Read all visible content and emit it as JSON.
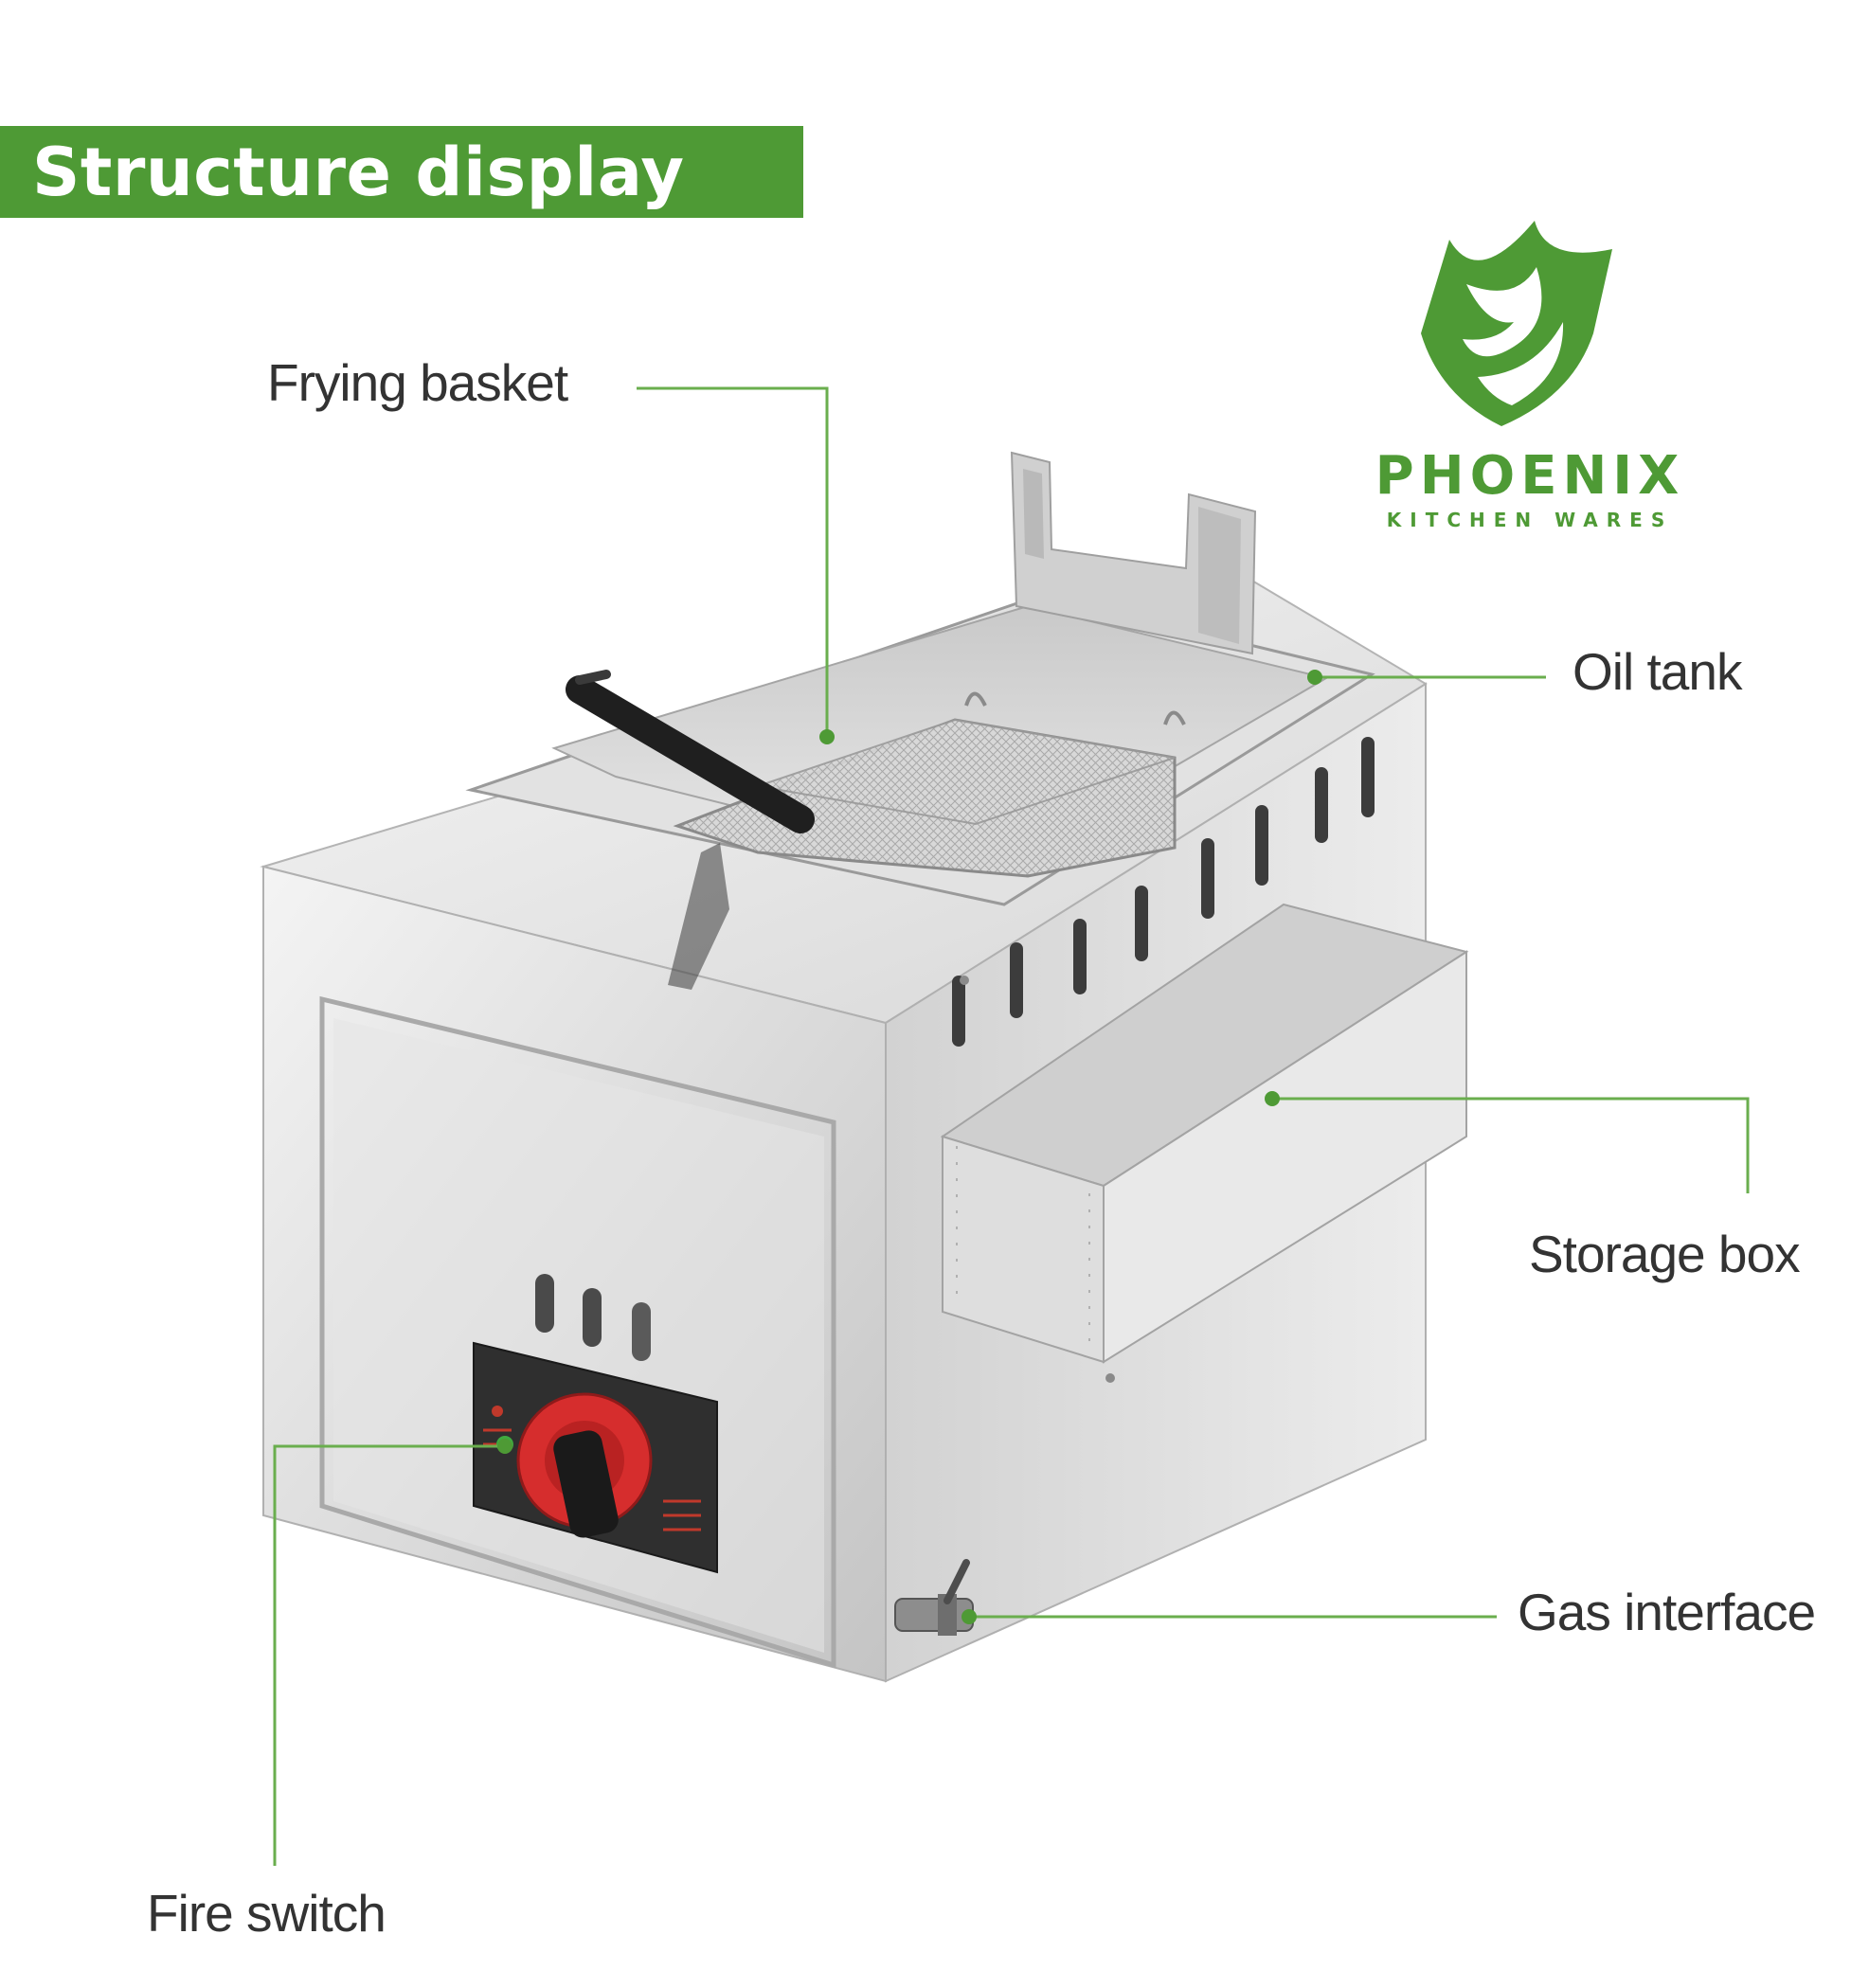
{
  "banner": {
    "title": "Structure display",
    "color": "#4e9a35"
  },
  "logo": {
    "name": "PHOENIX",
    "tagline": "KITCHEN WARES",
    "color": "#4e9a35"
  },
  "callouts": {
    "frying_basket": "Frying basket",
    "oil_tank": "Oil tank",
    "storage_box": "Storage box",
    "gas_interface": "Gas interface",
    "fire_switch": "Fire switch"
  },
  "leader_color": "#6aae4e"
}
